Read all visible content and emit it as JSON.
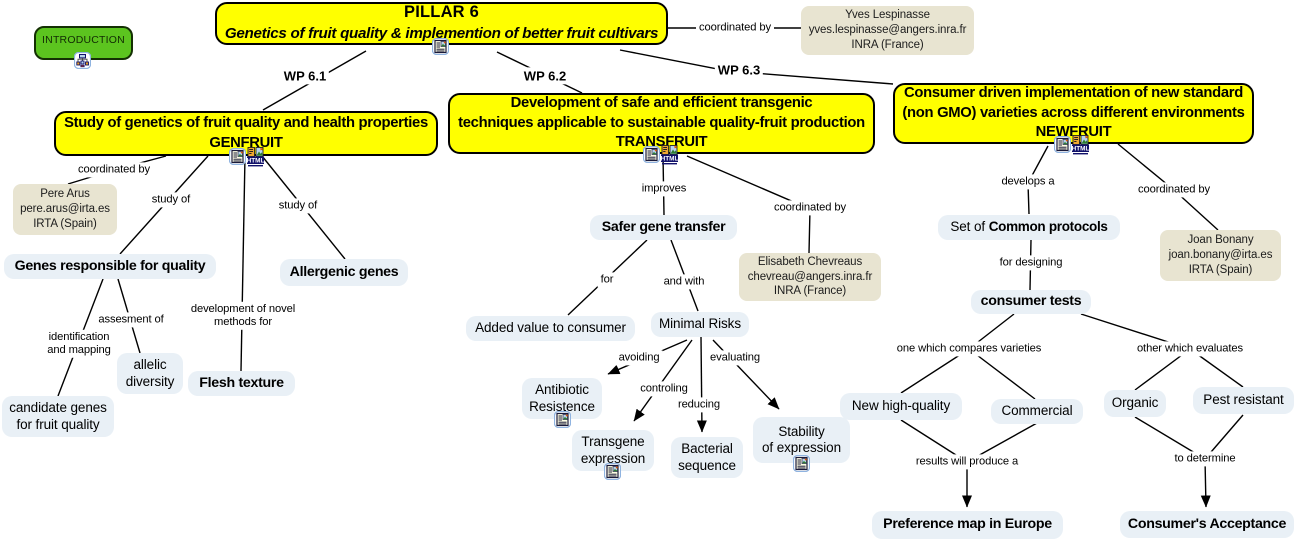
{
  "diagram_title": "PILLAR 6 concept map",
  "nodes": {
    "introduction": {
      "label": "INTRODUCTION"
    },
    "pillar6": {
      "title": "PILLAR 6",
      "subtitle": "Genetics of fruit quality & implemention of better fruit cultivars"
    },
    "genfruit": {
      "line1": "Study of genetics of fruit quality and health properties",
      "line2": "GENFRUIT"
    },
    "transfruit": {
      "line1": "Development of safe and efficient transgenic",
      "line2": "techniques applicable to sustainable quality-fruit production",
      "line3": "TRANSFRUIT"
    },
    "newfruit": {
      "line1": "Consumer driven implementation of new standard",
      "line2": "(non GMO) varieties across different environments",
      "line3": "NEWFRUIT"
    },
    "genes_quality": {
      "label": "Genes responsible for quality"
    },
    "allergenic": {
      "label": "Allergenic genes"
    },
    "flesh": {
      "label": "Flesh texture"
    },
    "allelic": {
      "line1": "allelic",
      "line2": "diversity"
    },
    "candidate": {
      "line1": "candidate genes",
      "line2": "for fruit quality"
    },
    "safer": {
      "label": "Safer gene transfer"
    },
    "added_value": {
      "label": "Added value to consumer"
    },
    "minimal": {
      "label": "Minimal Risks"
    },
    "antibiotic": {
      "line1": "Antibiotic",
      "line2": "Resistence"
    },
    "transgene": {
      "line1": "Transgene",
      "line2": "expression"
    },
    "bacterial": {
      "line1": "Bacterial",
      "line2": "sequence"
    },
    "stability": {
      "line1": "Stability",
      "line2": "of expression"
    },
    "set_protocols": {
      "prefix": "Set of ",
      "bold": "Common protocols"
    },
    "consumer_tests": {
      "label": "consumer tests"
    },
    "new_high": {
      "label": "New high-quality"
    },
    "commercial": {
      "label": "Commercial"
    },
    "organic": {
      "label": "Organic"
    },
    "pest": {
      "label": "Pest resistant"
    },
    "preference": {
      "label": "Preference map in Europe"
    },
    "acceptance": {
      "label": "Consumer's Acceptance"
    }
  },
  "contacts": {
    "yves": {
      "name": "Yves Lespinasse",
      "email": "yves.lespinasse@angers.inra.fr",
      "org": "INRA (France)"
    },
    "pere": {
      "name": "Pere Arus",
      "email": "pere.arus@irta.es",
      "org": "IRTA (Spain)"
    },
    "elisabeth": {
      "name": "Elisabeth Chevreaus",
      "email": "chevreau@angers.inra.fr",
      "org": "INRA (France)"
    },
    "joan": {
      "name": "Joan Bonany",
      "email": "joan.bonany@irta.es",
      "org": "IRTA (Spain)"
    }
  },
  "links": {
    "coordinated_by_pillar": "coordinated by",
    "wp61": "WP 6.1",
    "wp62": "WP 6.2",
    "wp63": "WP 6.3",
    "coordinated_by_gen": "coordinated by",
    "study_of_1": "study of",
    "study_of_2": "study of",
    "dev_novel_1": "development of novel",
    "dev_novel_2": "methods for",
    "assesment": "assesment of",
    "ident_1": "identification",
    "ident_2": "and mapping",
    "improves": "improves",
    "coordinated_by_trans": "coordinated by",
    "for": "for",
    "and_with": "and with",
    "avoiding": "avoiding",
    "controling": "controling",
    "reducing": "reducing",
    "evaluating": "evaluating",
    "develops_a": "develops a",
    "coordinated_by_new": "coordinated by",
    "for_designing": "for designing",
    "one_which": "one which compares varieties",
    "other_which": "other which evaluates",
    "results": "results will produce a",
    "to_determine": "to determine"
  },
  "icons": {
    "html_label": "HTML"
  },
  "colors": {
    "concept_yellow": "#ffff00",
    "concept_green": "#5cc41f",
    "concept_light": "#e9f0f6",
    "contact_beige": "#e8e4d1",
    "line_black": "#000000"
  }
}
